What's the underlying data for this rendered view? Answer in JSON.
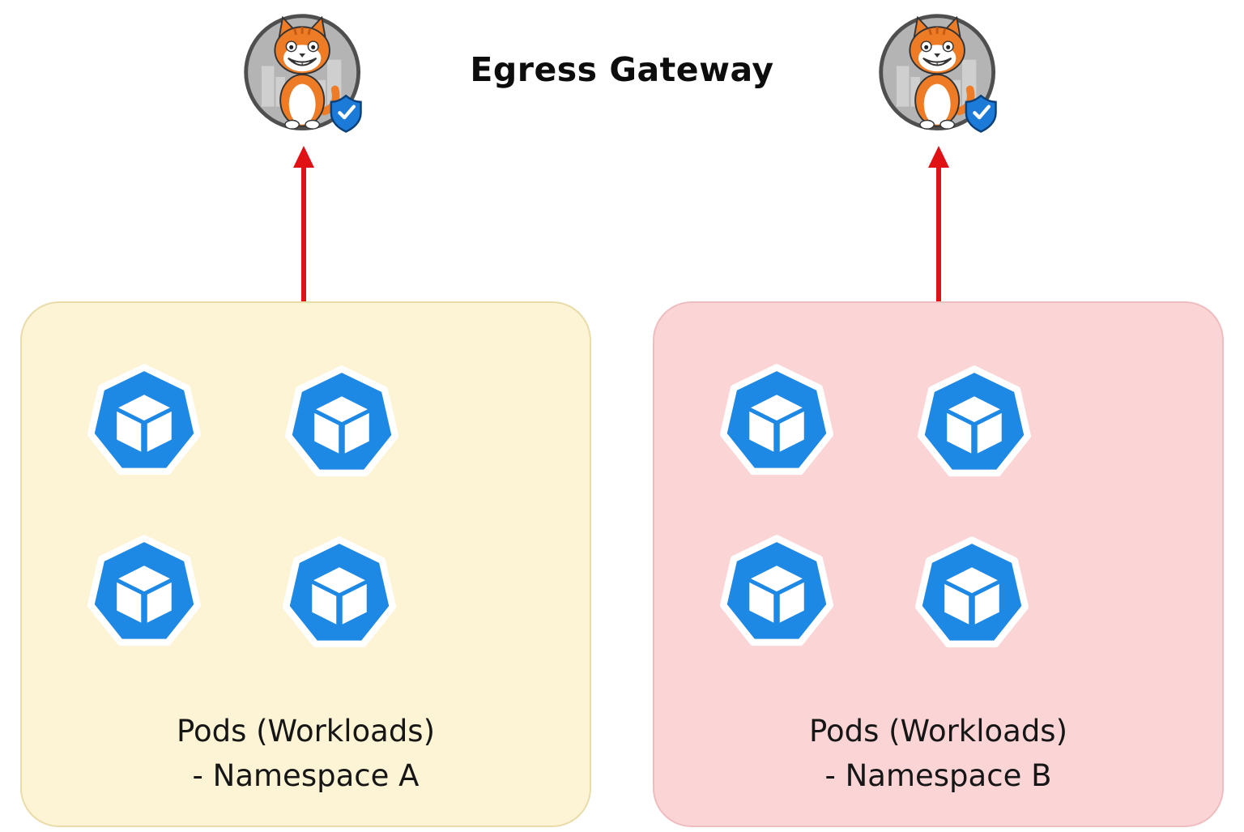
{
  "title": "Egress Gateway",
  "namespaces": [
    {
      "id": "a",
      "label_line1": "Pods (Workloads)",
      "label_line2": "- Namespace A",
      "pod_count": 4,
      "bg_color": "#FDF3D5",
      "border_color": "#E9DCA9"
    },
    {
      "id": "b",
      "label_line1": "Pods (Workloads)",
      "label_line2": "- Namespace B",
      "pod_count": 4,
      "bg_color": "#FBD4D6",
      "border_color": "#EFBDC0"
    }
  ],
  "icons": {
    "gateway": "calico-cat-gateway-icon",
    "gateway_badge": "shield-check-icon",
    "pod": "kubernetes-pod-icon",
    "arrow": "red-up-arrow"
  },
  "colors": {
    "pod_blue": "#1E88E5",
    "arrow_red": "#E01216",
    "gateway_circle_gray": "#B4B4B4",
    "cat_orange": "#EE7C26",
    "shield_blue": "#1C7AD9",
    "title_text": "#0D0D0D",
    "label_text": "#161616"
  }
}
